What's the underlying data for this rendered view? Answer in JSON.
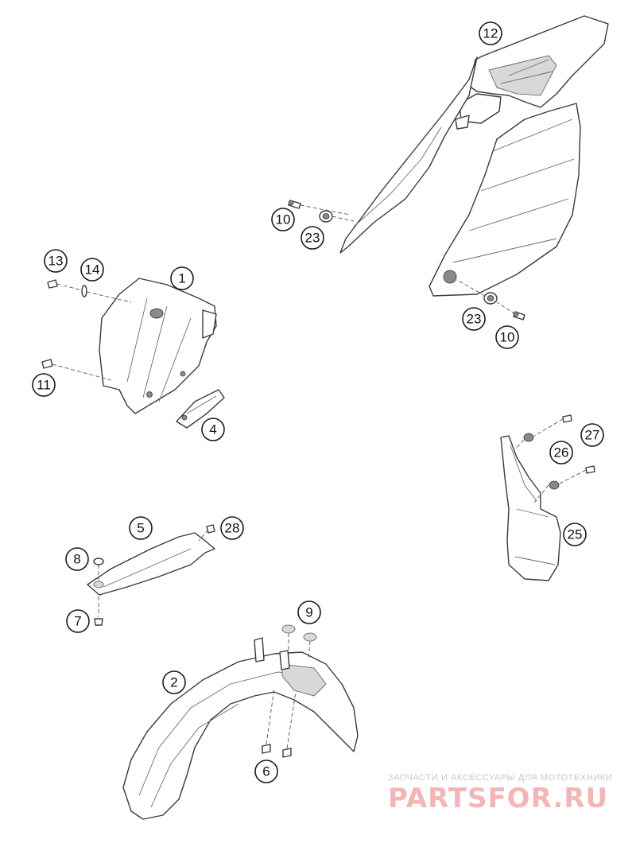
{
  "watermark": {
    "subtitle": "ЗАПЧАСТИ И АКСЕССУАРЫ ДЛЯ МОТОТЕХНИКИ",
    "logo": "PARTSFOR.RU",
    "logo_color": "#f2b6b6"
  },
  "callouts": [
    {
      "id": "c1",
      "label": "1"
    },
    {
      "id": "c2",
      "label": "2"
    },
    {
      "id": "c4",
      "label": "4"
    },
    {
      "id": "c5",
      "label": "5"
    },
    {
      "id": "c6",
      "label": "6"
    },
    {
      "id": "c7",
      "label": "7"
    },
    {
      "id": "c8",
      "label": "8"
    },
    {
      "id": "c9",
      "label": "9"
    },
    {
      "id": "c10a",
      "label": "10"
    },
    {
      "id": "c10b",
      "label": "10"
    },
    {
      "id": "c11",
      "label": "11"
    },
    {
      "id": "c12",
      "label": "12"
    },
    {
      "id": "c13",
      "label": "13"
    },
    {
      "id": "c14",
      "label": "14"
    },
    {
      "id": "c23a",
      "label": "23"
    },
    {
      "id": "c23b",
      "label": "23"
    },
    {
      "id": "c25",
      "label": "25"
    },
    {
      "id": "c26",
      "label": "26"
    },
    {
      "id": "c27",
      "label": "27"
    },
    {
      "id": "c28",
      "label": "28"
    }
  ]
}
